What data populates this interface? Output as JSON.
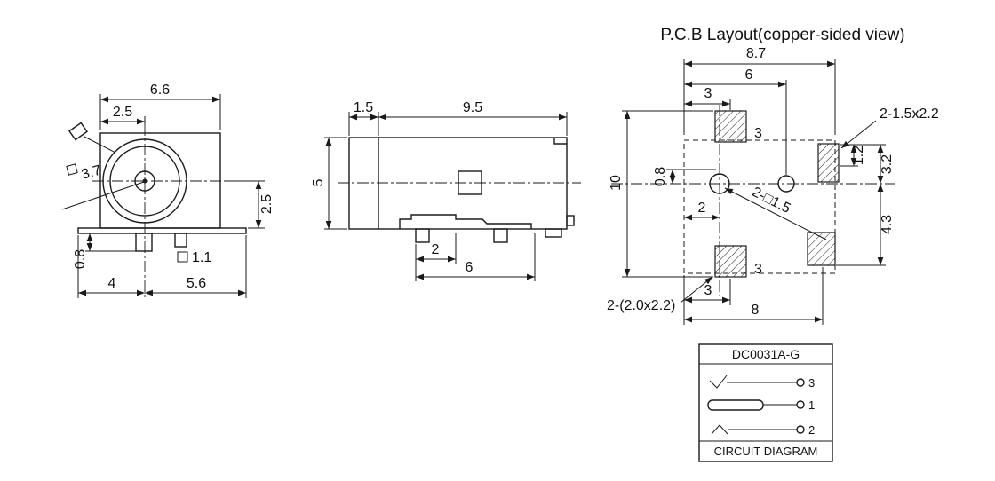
{
  "front_view": {
    "dim_width_total": "6.6",
    "dim_width_to_center": "2.5",
    "dim_barrel": "3.7",
    "dim_center_to_bottom": "2.5",
    "dim_pin_length": "0.8",
    "dim_pin_square": "1.1",
    "dim_bottom_left": "4",
    "dim_bottom_right": "5.6"
  },
  "side_view": {
    "dim_front_cap": "1.5",
    "dim_body_length": "9.5",
    "dim_height": "5",
    "dim_pin_small": "2",
    "dim_pin_large": "6"
  },
  "pcb_layout": {
    "title": "P.C.B Layout(copper-sided view)",
    "dim_total_width": "8.7",
    "dim_hole_spacing": "6",
    "dim_pad_offset_top": "3",
    "label_pads_right": "2-1.5x2.2",
    "label_pad_top": "3",
    "dim_edge_to_center": "0.8",
    "dim_total_height": "10",
    "dim_hole_offset": "2",
    "label_holes": "2-□1.5",
    "dim_right_small": "1.2",
    "dim_center_to_top_pad": "3.2",
    "dim_center_to_bottom_pad": "4.3",
    "label_pad_bottom": "3",
    "label_pads_bottom": "2-(2.0x2.2)",
    "dim_pad_offset_bottom": "3",
    "dim_bottom_width": "8"
  },
  "circuit": {
    "part_number": "DC0031A-G",
    "pin_top": "3",
    "pin_middle": "1",
    "pin_bottom": "2",
    "caption": "CIRCUIT DIAGRAM"
  }
}
